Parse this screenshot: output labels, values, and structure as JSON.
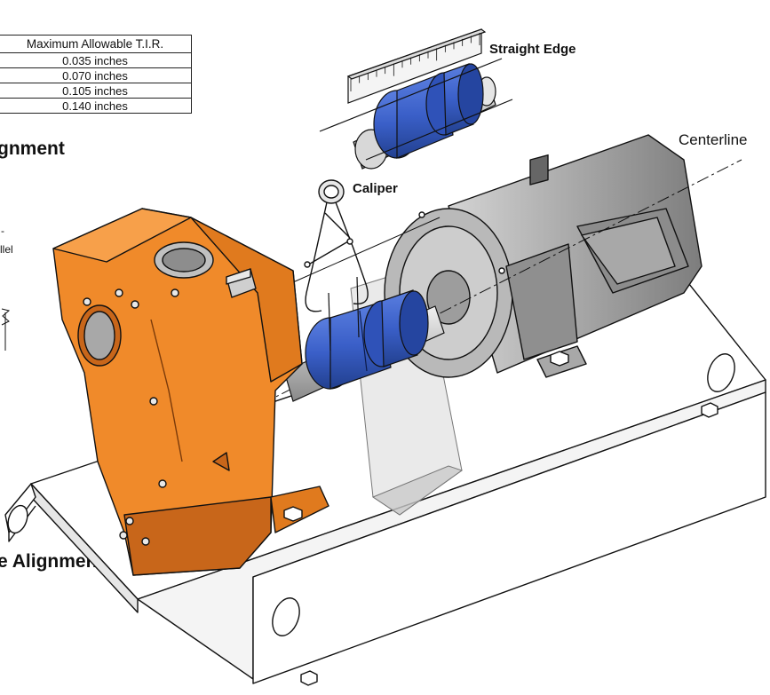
{
  "tir_table": {
    "header": "Maximum Allowable T.I.R.",
    "rows": [
      "0.035 inches",
      "0.070 inches",
      "0.105 inches",
      "0.140 inches"
    ]
  },
  "labels": {
    "straight_edge": "Straight Edge",
    "centerline": "Centerline",
    "caliper": "Caliper",
    "alignment_top": "gnment",
    "alignment_bottom": "e Alignment",
    "partial_text_1": "-",
    "partial_text_2": "llel"
  },
  "colors": {
    "pump_orange": "#f08a2a",
    "pump_shadow": "#c8661a",
    "coupling_blue": "#3a5fc8",
    "coupling_dark": "#2545a0",
    "motor_gray": "#9a9a9a",
    "motor_light": "#c4c4c4",
    "base_white": "#ffffff",
    "line": "#111111"
  }
}
